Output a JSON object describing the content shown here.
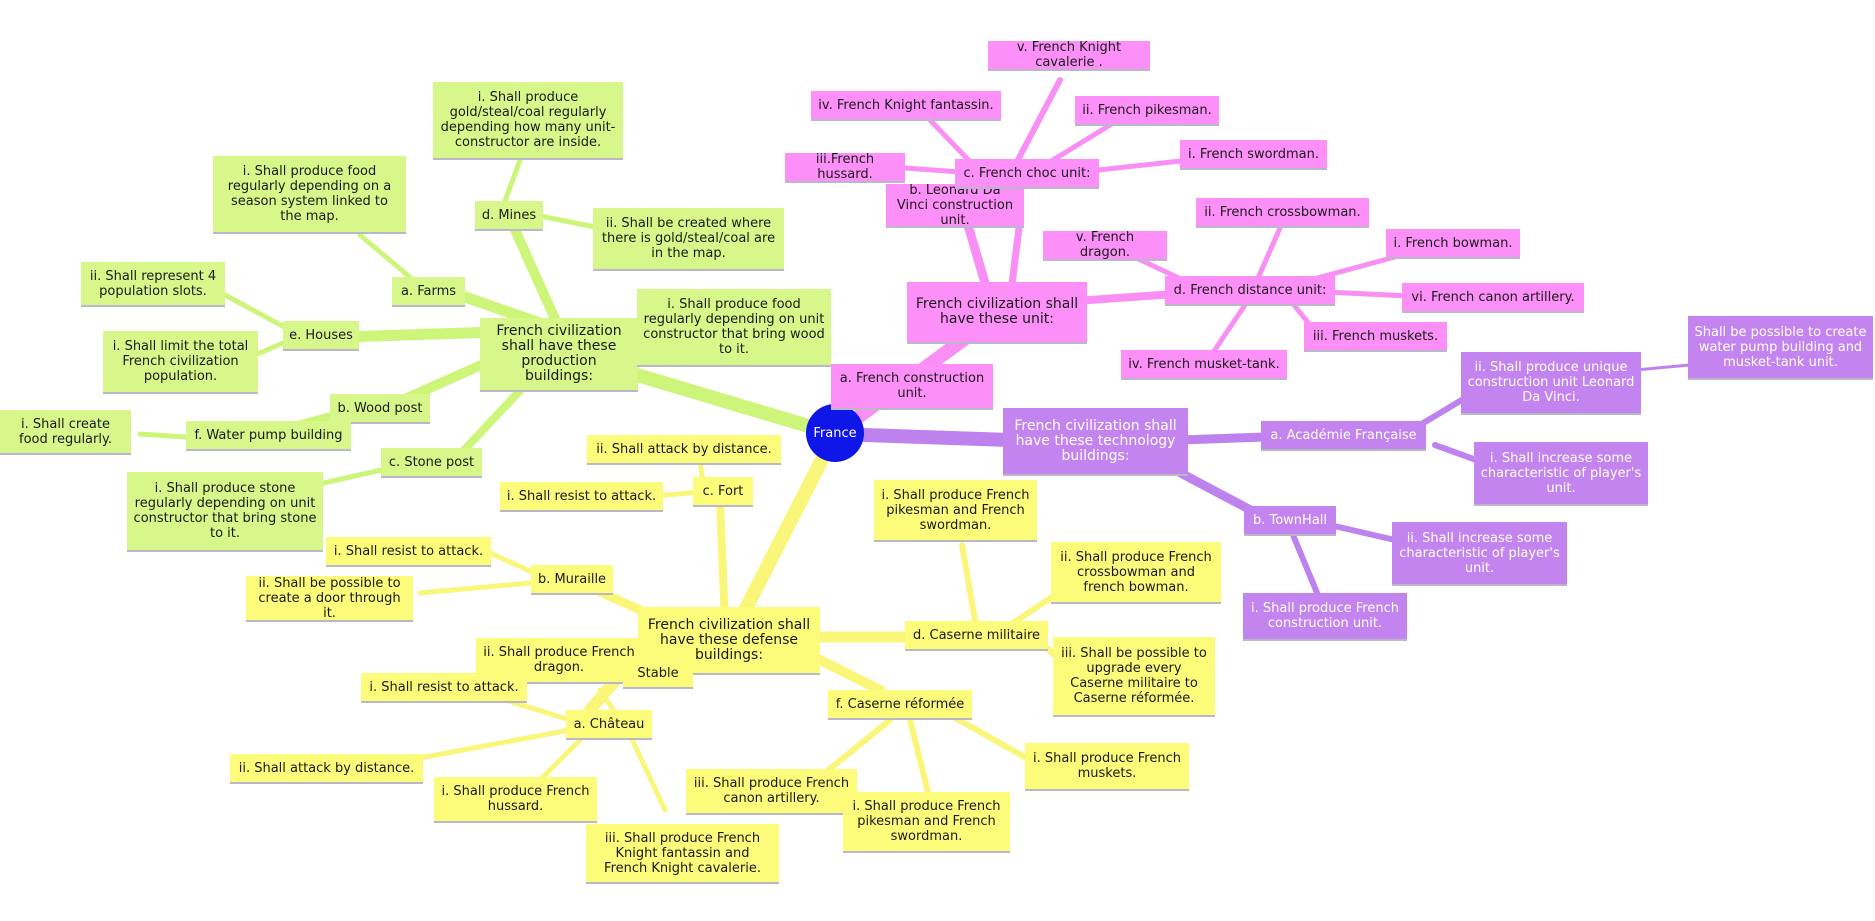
{
  "root": {
    "label": "France"
  },
  "colors": {
    "production": "#d7f78a",
    "defense": "#fdfb7a",
    "units": "#fd8ff8",
    "technology": "#c384f0",
    "root": "#0f16e8"
  },
  "production": {
    "title": "French civilization shall have these production buildings:",
    "farms": {
      "label": "a. Farms",
      "food": "i. Shall produce food regularly depending on a season system linked to the map."
    },
    "mines": {
      "label": "d. Mines",
      "produce": "i. Shall produce gold/steal/coal regularly depending how many unit-constructor are inside.",
      "created": "ii. Shall be created where there is gold/steal/coal are in the map."
    },
    "houses": {
      "label": "e. Houses",
      "represent": "ii. Shall represent 4 population slots.",
      "limit": "i. Shall limit the total French civilization population."
    },
    "wood_post": {
      "label": "b. Wood post",
      "food": "i. Shall produce food regularly depending on unit constructor that bring wood to it."
    },
    "water_pump": {
      "label": "f. Water pump building",
      "food": "i. Shall create food regularly."
    },
    "stone_post": {
      "label": "c. Stone post",
      "stone": "i. Shall produce stone regularly depending on unit constructor that bring stone to it."
    }
  },
  "units": {
    "title": "French civilization shall have these unit:",
    "construction": "a. French construction unit.",
    "leonard": "b. Leonard Da Vinci construction unit.",
    "choc": {
      "label": "c. French choc unit:",
      "cavalerie": "v. French Knight cavalerie .",
      "fantassin": "iv. French Knight fantassin.",
      "pikesman": "ii. French pikesman.",
      "hussard": "iii.French hussard.",
      "swordman": "i. French swordman."
    },
    "distance": {
      "label": "d. French distance unit:",
      "dragon": "v. French dragon.",
      "crossbowman": "ii. French crossbowman.",
      "bowman": "i. French bowman.",
      "canon": "vi. French canon artillery.",
      "muskets": "iii. French muskets.",
      "musket_tank": "iv. French musket-tank."
    }
  },
  "technology": {
    "title": "French civilization shall have these technology buildings:",
    "academie": {
      "label": "a. Académie Française",
      "leonard": "ii. Shall produce unique construction unit Leonard Da Vinci.",
      "pump": "Shall be possible to create water pump building and musket-tank unit.",
      "increase": "i. Shall increase some characteristic of player's unit."
    },
    "townhall": {
      "label": "b. TownHall",
      "increase": "ii. Shall increase some characteristic of player's unit.",
      "produce": "i. Shall produce French construction unit."
    }
  },
  "defense": {
    "title": "French civilization shall have these defense buildings:",
    "fort": {
      "label": "c. Fort",
      "attack": "ii. Shall attack by distance.",
      "resist": "i. Shall resist to attack."
    },
    "muraille": {
      "label": "b. Muraille",
      "resist": "i. Shall resist to attack.",
      "door": "ii. Shall be possible to create a door through it."
    },
    "stable": {
      "label": "Stable",
      "dragon": "ii. Shall produce French dragon."
    },
    "chateau": {
      "label": "a. Château",
      "resist": "i. Shall resist to attack.",
      "attack": "ii. Shall attack by distance.",
      "hussard": "i. Shall produce French hussard.",
      "knight": "iii. Shall produce French Knight fantassin and French Knight cavalerie."
    },
    "caserne": {
      "label": "d. Caserne militaire",
      "pikesman": "i. Shall produce French pikesman and French swordman.",
      "crossbow": "ii. Shall produce French crossbowman and french bowman.",
      "upgrade": "iii. Shall be possible to upgrade every Caserne militaire to Caserne réformée."
    },
    "reformee": {
      "label": "f. Caserne réformée",
      "canon": "iii. Shall produce French canon artillery.",
      "pikesman": "i. Shall produce French pikesman and French swordman.",
      "muskets": "i. Shall produce French muskets."
    }
  }
}
